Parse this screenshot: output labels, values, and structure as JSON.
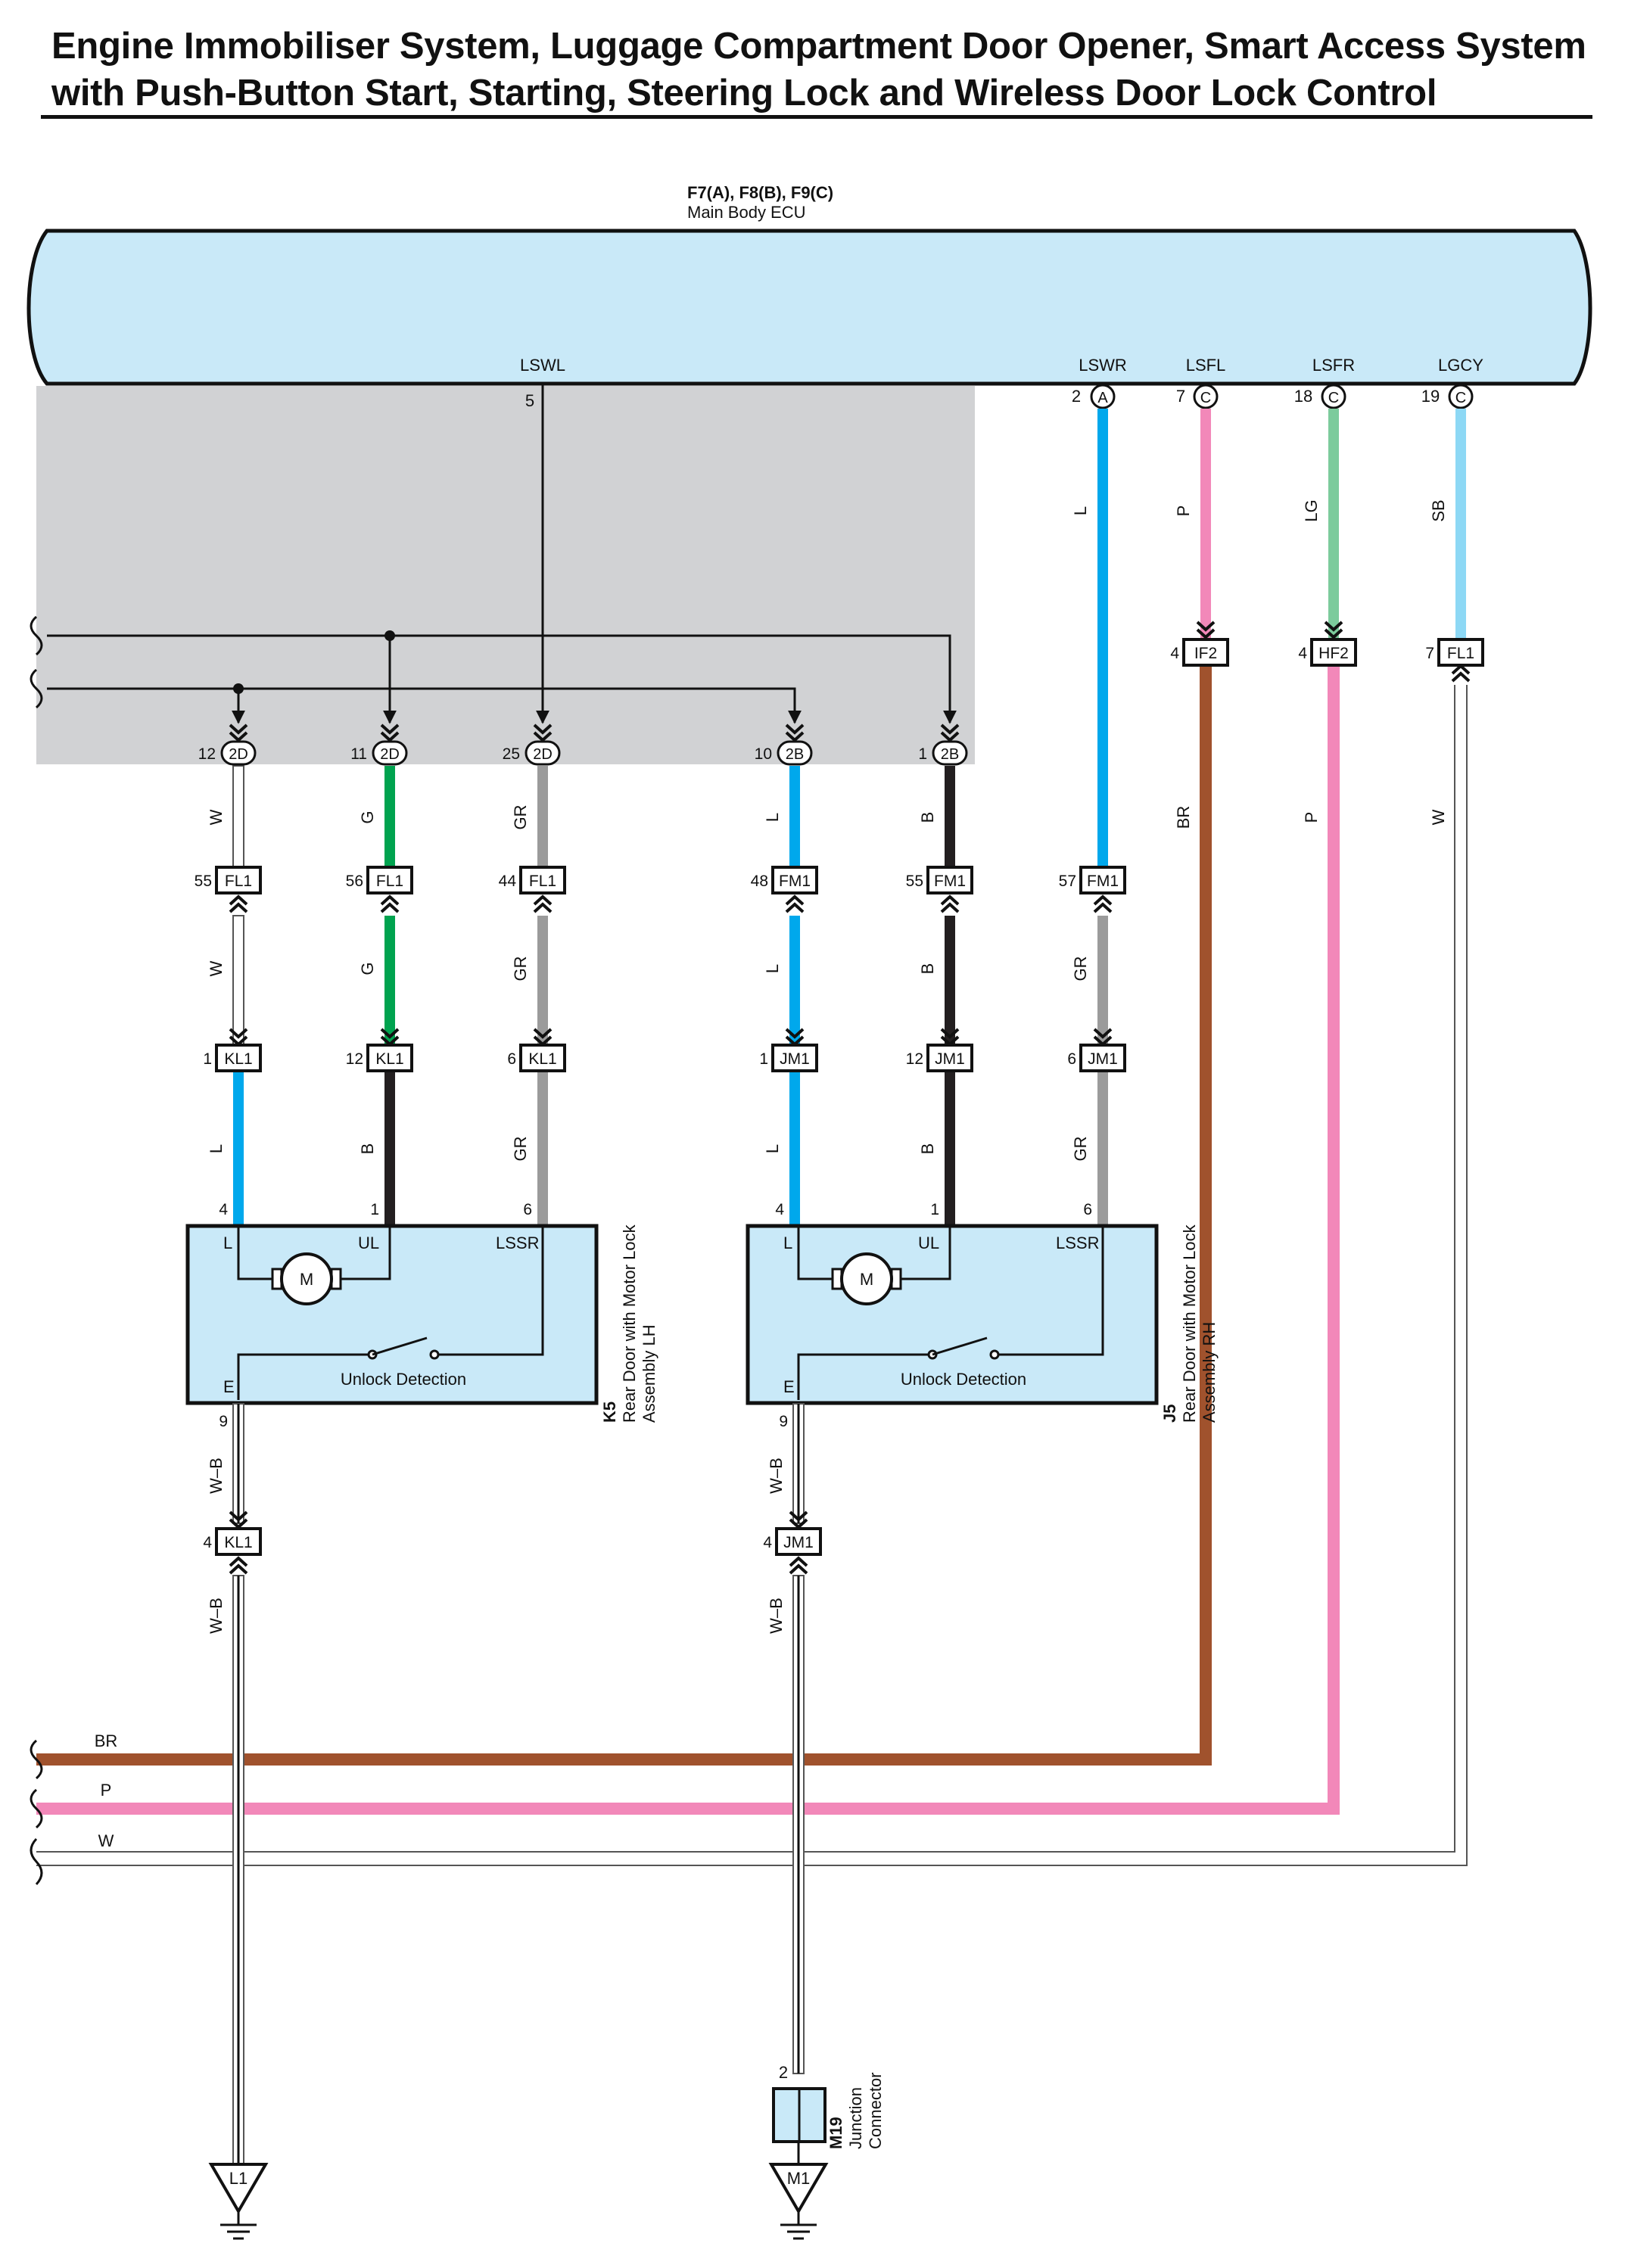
{
  "title": {
    "line1": "Engine Immobiliser System, Luggage Compartment Door Opener, Smart Access System",
    "line2": "with Push-Button Start, Starting, Steering Lock and Wireless Door Lock Control"
  },
  "colors": {
    "W": "#ffffff",
    "G": "#00a34f",
    "GR": "#9b9b9b",
    "L": "#00a8ec",
    "B": "#231f20",
    "P": "#f288b9",
    "LG": "#7ccb9c",
    "SB": "#8dd8f5",
    "BR": "#a0522d",
    "component_fill": "#c9e9f8",
    "shaded_area": "#d1d2d4",
    "outline": "#111111"
  },
  "ecu": {
    "connectors": "F7(A), F8(B), F9(C)",
    "name": "Main Body ECU",
    "terminals": [
      {
        "label": "LSWL",
        "pin": "5",
        "conn": ""
      },
      {
        "label": "LSWR",
        "pin": "2",
        "conn": "A"
      },
      {
        "label": "LSFL",
        "pin": "7",
        "conn": "C"
      },
      {
        "label": "LSFR",
        "pin": "18",
        "conn": "C"
      },
      {
        "label": "LGCY",
        "pin": "19",
        "conn": "C"
      }
    ]
  },
  "top_wires": [
    {
      "color": "L"
    },
    {
      "color": "P"
    },
    {
      "color": "LG"
    },
    {
      "color": "SB"
    }
  ],
  "junctions": [
    {
      "pin": "4",
      "name": "IF2"
    },
    {
      "pin": "4",
      "name": "HF2"
    },
    {
      "pin": "7",
      "name": "FL1"
    }
  ],
  "right_wires": [
    {
      "color": "BR"
    },
    {
      "color": "P"
    },
    {
      "color": "W"
    }
  ],
  "connector_2": [
    {
      "pin": "12",
      "name": "2D"
    },
    {
      "pin": "11",
      "name": "2D"
    },
    {
      "pin": "25",
      "name": "2D"
    },
    {
      "pin": "10",
      "name": "2B"
    },
    {
      "pin": "1",
      "name": "2B"
    }
  ],
  "columns": [
    {
      "c1": "W",
      "fpin": "55",
      "fname": "FL1",
      "c2": "W",
      "kpin": "1",
      "kname": "KL1",
      "c3": "L",
      "dpin": "4"
    },
    {
      "c1": "G",
      "fpin": "56",
      "fname": "FL1",
      "c2": "G",
      "kpin": "12",
      "kname": "KL1",
      "c3": "B",
      "dpin": "1"
    },
    {
      "c1": "GR",
      "fpin": "44",
      "fname": "FL1",
      "c2": "GR",
      "kpin": "6",
      "kname": "KL1",
      "c3": "GR",
      "dpin": "6"
    },
    {
      "c1": "L",
      "fpin": "48",
      "fname": "FM1",
      "c2": "L",
      "kpin": "1",
      "kname": "JM1",
      "c3": "L",
      "dpin": "4"
    },
    {
      "c1": "B",
      "fpin": "55",
      "fname": "FM1",
      "c2": "B",
      "kpin": "12",
      "kname": "JM1",
      "c3": "B",
      "dpin": "1"
    },
    {
      "c1": "",
      "fpin": "57",
      "fname": "FM1",
      "c2": "GR",
      "kpin": "6",
      "kname": "JM1",
      "c3": "GR",
      "dpin": "6"
    }
  ],
  "doors": [
    {
      "id": "K5",
      "name": "Rear Door with Motor Lock",
      "name2": "Assembly LH",
      "t_l": "L",
      "t_ul": "UL",
      "t_lssr": "LSSR",
      "t_e": "E",
      "motor": "M",
      "switch": "Unlock Detection",
      "e_pin": "9",
      "e_wire": "W–B",
      "jpin": "4",
      "jname": "KL1",
      "e_wire2": "W–B",
      "ground": "L1"
    },
    {
      "id": "J5",
      "name": "Rear Door with Motor Lock",
      "name2": "Assembly RH",
      "t_l": "L",
      "t_ul": "UL",
      "t_lssr": "LSSR",
      "t_e": "E",
      "motor": "M",
      "switch": "Unlock Detection",
      "e_pin": "9",
      "e_wire": "W–B",
      "jpin": "4",
      "jname": "JM1",
      "e_wire2": "W–B",
      "ground": "M1"
    }
  ],
  "junction_connector": {
    "id": "M19",
    "name": "Junction",
    "name2": "Connector",
    "pin": "2"
  }
}
